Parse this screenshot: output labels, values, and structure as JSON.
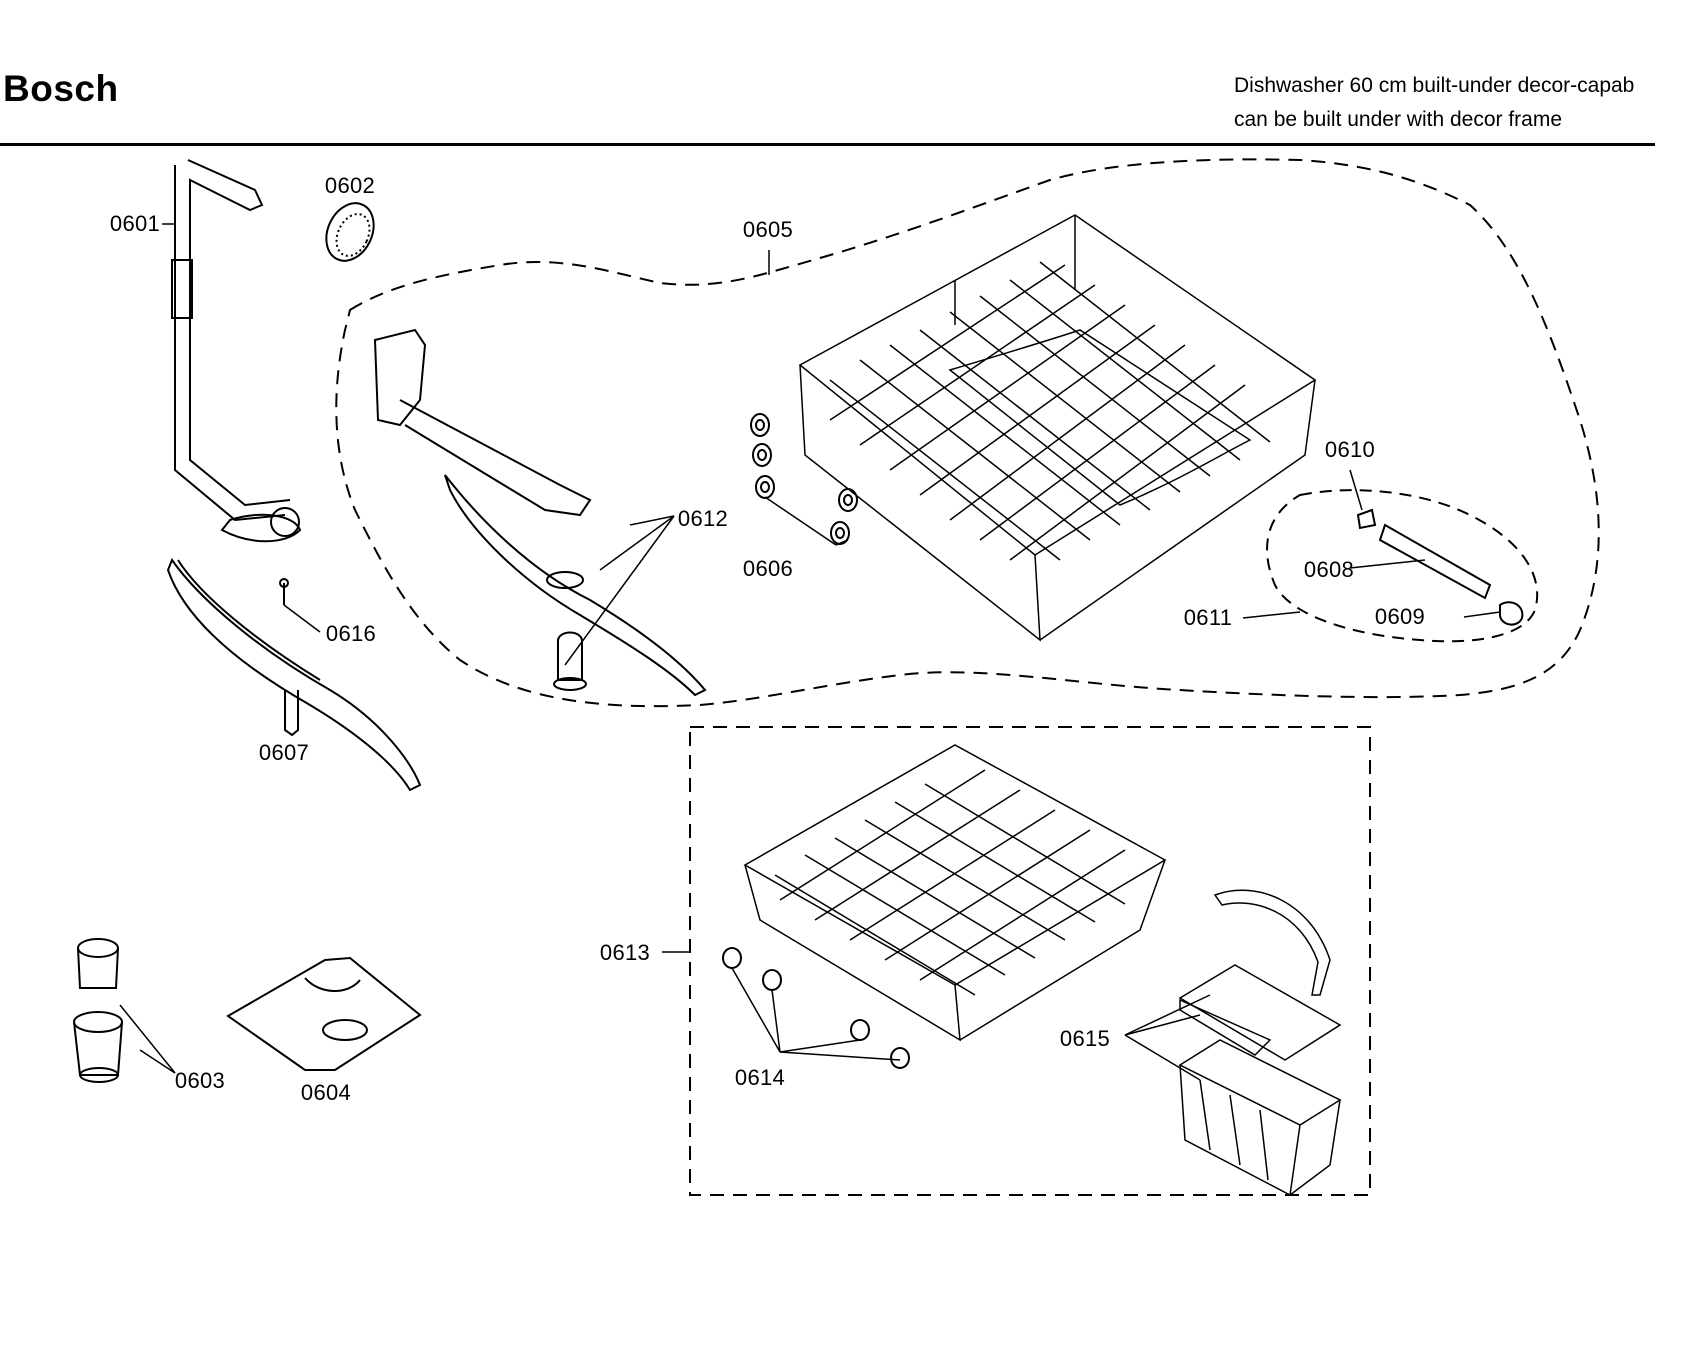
{
  "header": {
    "brand": "Bosch",
    "description_line1": "Dishwasher 60 cm built-under decor-capab",
    "description_line2": "can be built under with decor frame"
  },
  "parts": [
    {
      "id": "0601"
    },
    {
      "id": "0602"
    },
    {
      "id": "0603"
    },
    {
      "id": "0604"
    },
    {
      "id": "0605"
    },
    {
      "id": "0606"
    },
    {
      "id": "0607"
    },
    {
      "id": "0608"
    },
    {
      "id": "0609"
    },
    {
      "id": "0610"
    },
    {
      "id": "0611"
    },
    {
      "id": "0612"
    },
    {
      "id": "0613"
    },
    {
      "id": "0614"
    },
    {
      "id": "0615"
    },
    {
      "id": "0616"
    }
  ]
}
